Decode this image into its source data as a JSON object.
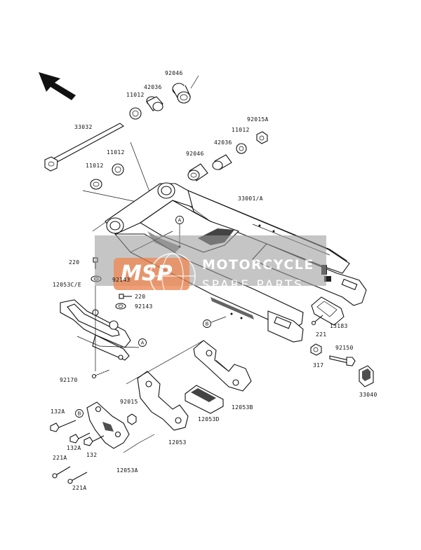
{
  "watermark": {
    "logo": "MSP",
    "line1": "MOTORCYCLE",
    "line2": "SPARE PARTS",
    "colors": {
      "orange": "#e8743a",
      "gray": "#9a9a9a"
    }
  },
  "callouts": {
    "a": "A",
    "b": "B"
  },
  "parts": {
    "p92046_top": "92046",
    "p42036_top": "42036",
    "p11012_top": "11012",
    "p33032": "33032",
    "p11012_mid": "11012",
    "p11012_left": "11012",
    "p92046_mid": "92046",
    "p42036_mid": "42036",
    "p11012_right": "11012",
    "p92015A": "92015A",
    "p33001A": "33001/A",
    "p220_a": "220",
    "p92143_a": "92143",
    "p220_b": "220",
    "p92143_b": "92143",
    "p12053CE": "12053C/E",
    "p13183": "13183",
    "p221": "221",
    "p92150": "92150",
    "p317": "317",
    "p33040": "33040",
    "p92170": "92170",
    "p12053B": "12053B",
    "p12053D": "12053D",
    "p92015": "92015",
    "p132A_a": "132A",
    "p132A_b": "132A",
    "p132": "132",
    "p12053": "12053",
    "p12053A": "12053A",
    "p221A_a": "221A",
    "p221A_b": "221A"
  }
}
